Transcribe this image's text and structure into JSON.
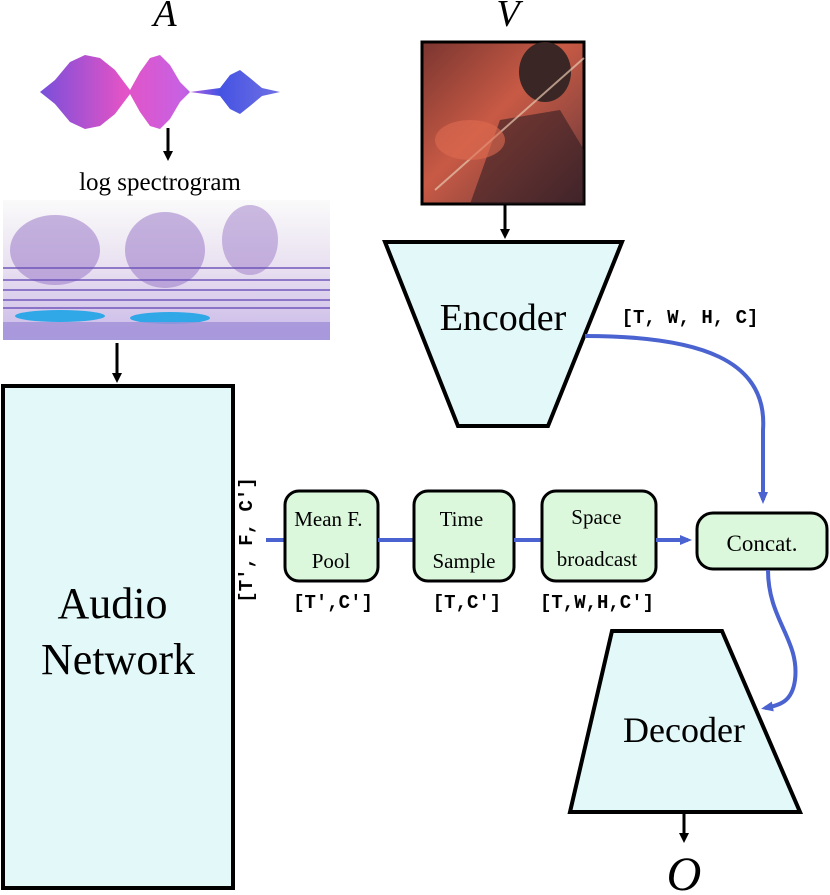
{
  "inputs": {
    "audio_symbol": "A",
    "video_symbol": "V",
    "output_symbol": "O"
  },
  "spectrogram_label": "log spectrogram",
  "blocks": {
    "audio_network": [
      "Audio",
      "Network"
    ],
    "encoder": "Encoder",
    "decoder": "Decoder",
    "mean_pool": [
      "Mean F.",
      "Pool"
    ],
    "time_sample": [
      "Time",
      "Sample"
    ],
    "space_broadcast": [
      "Space",
      "broadcast"
    ],
    "concat": "Concat."
  },
  "shapes": {
    "encoder_out": "[T, W, H, C]",
    "audio_out": "[T', F, C']",
    "mean_pool_out": "[T',C']",
    "time_sample_out": "[T,C']",
    "space_broadcast_out": "[T,W,H,C']"
  },
  "colors": {
    "block_fill": "#e3f8f8",
    "small_block_fill": "#dcf8dc",
    "connector_blue": "#4a63d0",
    "stroke": "#000000"
  }
}
